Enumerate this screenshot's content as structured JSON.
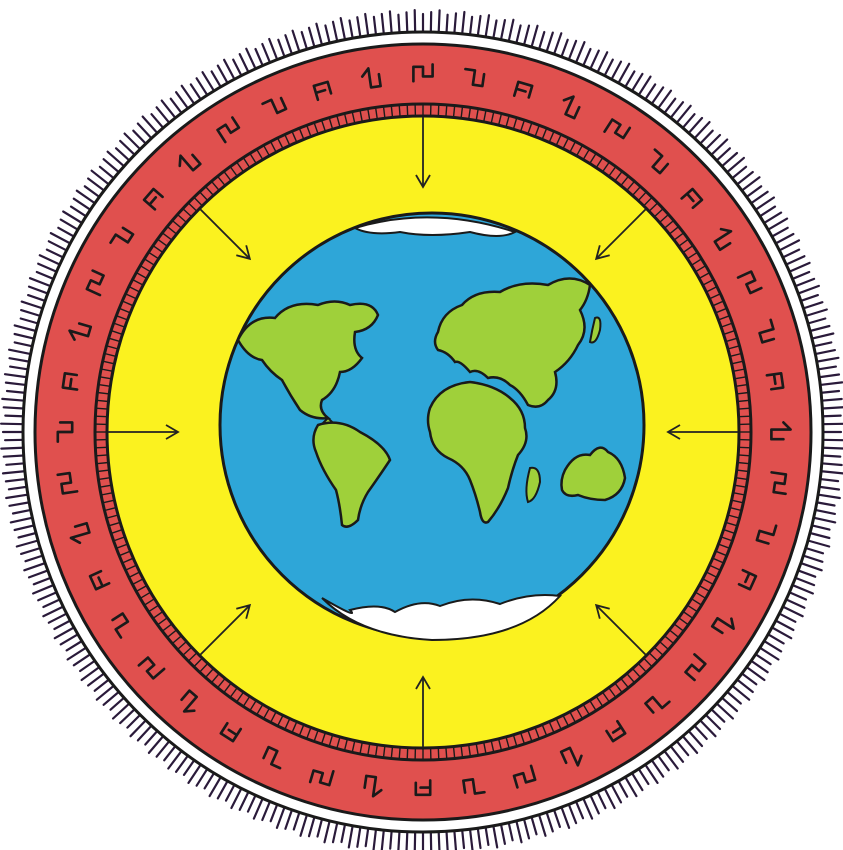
{
  "illustration": {
    "subject": "earth-with-atmosphere-layers",
    "colors": {
      "background": "#ffffff",
      "outer_fringe": "#2a1a3a",
      "outline": "#1a1a1a",
      "red_layer": "#e0504e",
      "yellow_layer": "#fbf21f",
      "ocean": "#2ea6d8",
      "land": "#9fd03a",
      "ice": "#ffffff",
      "arrow": "#222222"
    },
    "inward_arrow_count": 8,
    "red_band_symbol_count": 44,
    "icons": [
      "globe-icon",
      "arrow-icon",
      "symbol-glyph"
    ]
  }
}
